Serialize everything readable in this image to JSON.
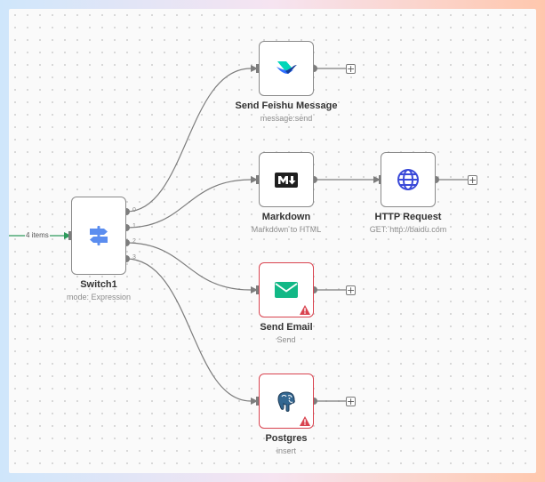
{
  "edge_in_label": "4 items",
  "nodes": {
    "switch": {
      "title": "Switch1",
      "subtitle": "mode: Expression",
      "icon": "signpost-icon",
      "outputs": [
        "0",
        "1",
        "2",
        "3"
      ]
    },
    "feishu": {
      "title": "Send Feishu Message",
      "subtitle": "message:send",
      "icon": "feishu-icon"
    },
    "markdown": {
      "title": "Markdown",
      "subtitle": "Markdown to HTML",
      "icon": "markdown-icon"
    },
    "http": {
      "title": "HTTP Request",
      "subtitle": "GET: http://baidu.com",
      "icon": "globe-icon"
    },
    "email": {
      "title": "Send Email",
      "subtitle": "Send",
      "icon": "envelope-icon",
      "warning": true
    },
    "postgres": {
      "title": "Postgres",
      "subtitle": "insert",
      "icon": "postgres-elephant-icon",
      "warning": true
    }
  },
  "colors": {
    "edge": "#7d7d7d",
    "incoming_edge": "#2e9b5c",
    "warning": "#d9434f",
    "email_green": "#12b886",
    "globe_blue": "#3a49d8"
  }
}
